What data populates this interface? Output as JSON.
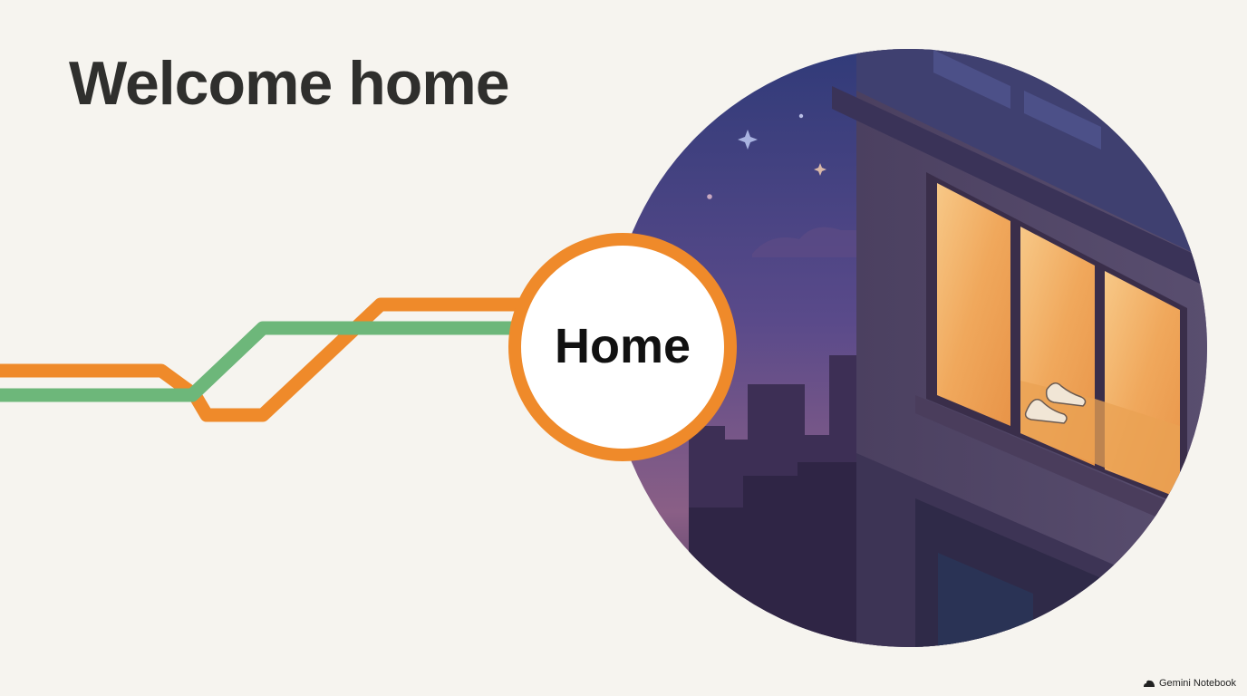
{
  "title": "Welcome home",
  "station": {
    "label": "Home"
  },
  "watermark": {
    "text": "Gemini Notebook",
    "icon": "cloud-icon"
  },
  "colors": {
    "background": "#f6f4ef",
    "title": "#2f2f2d",
    "orange_line": "#ef8a2a",
    "green_line": "#6db77a",
    "night_sky": "#3b3f7a",
    "window_glow": "#f3b86a"
  }
}
